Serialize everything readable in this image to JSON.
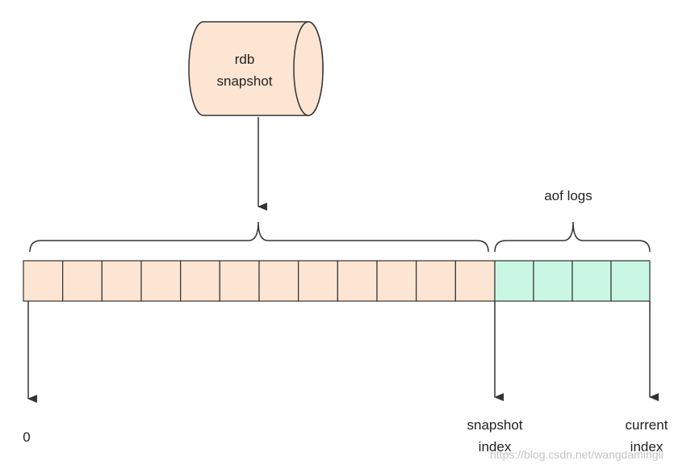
{
  "cylinder": {
    "line1": "rdb",
    "line2": "snapshot"
  },
  "aof_label": "aof logs",
  "markers": {
    "zero": "0",
    "snapshot_index_line1": "snapshot",
    "snapshot_index_line2": "index",
    "current_index_line1": "current",
    "current_index_line2": "index"
  },
  "log": {
    "snapshot_cells": 12,
    "aof_cells": 4
  },
  "colors": {
    "snapshot_fill": "#fce5d3",
    "aof_fill": "#c9f7e4",
    "cylinder_fill": "#fce5d3",
    "stroke": "#333333"
  },
  "watermark": "https://blog.csdn.net/wangdamingll"
}
